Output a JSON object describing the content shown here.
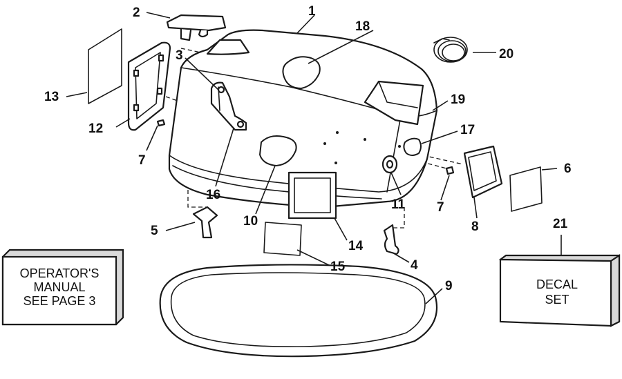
{
  "callouts": {
    "c1": "1",
    "c2": "2",
    "c3": "3",
    "c4": "4",
    "c5": "5",
    "c6": "6",
    "c7a": "7",
    "c7b": "7",
    "c8": "8",
    "c9": "9",
    "c10": "10",
    "c11": "11",
    "c12": "12",
    "c13": "13",
    "c14": "14",
    "c15": "15",
    "c16": "16",
    "c17": "17",
    "c18": "18",
    "c19": "19",
    "c20": "20",
    "c21": "21"
  },
  "manual_box": {
    "line1": "OPERATOR'S",
    "line2": "MANUAL",
    "line3": "SEE PAGE 3"
  },
  "decal_box": {
    "line1": "DECAL",
    "line2": "SET"
  }
}
